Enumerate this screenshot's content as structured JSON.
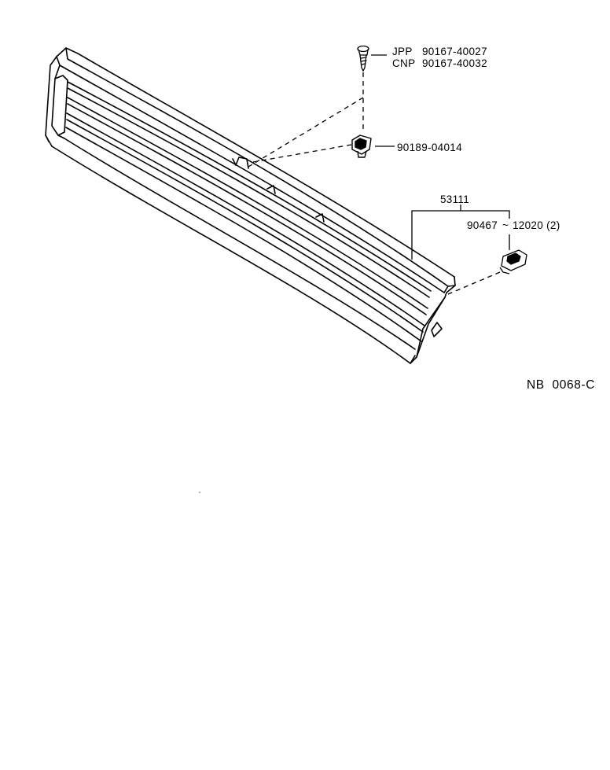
{
  "diagram": {
    "callouts": {
      "screw_jpp_region": "JPP",
      "screw_jpp_part": "90167-40027",
      "screw_cnp_region": "CNP",
      "screw_cnp_part": "90167-40032",
      "clip_part": "90189-04014",
      "grille_part": "53111",
      "bracket_part": "90467",
      "bracket_tilde": "~",
      "bracket_part_suffix": "12020 (2)"
    },
    "reference_code": "NB  0068-C",
    "colors": {
      "line": "#000000",
      "background": "#ffffff"
    }
  }
}
